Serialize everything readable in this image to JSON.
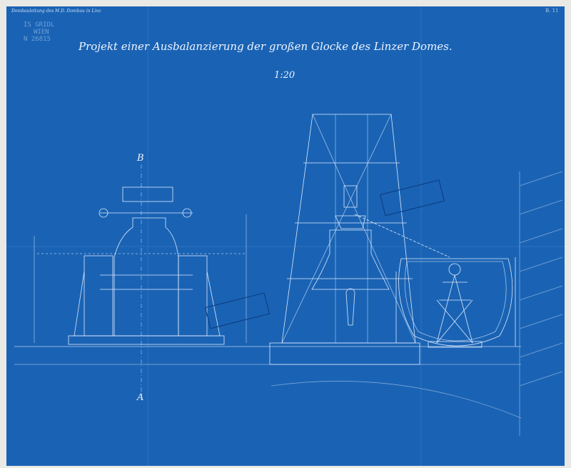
{
  "header": {
    "office": "Dombauleitung des M.D. Dombau in Linz",
    "title": "Projekt einer Ausbalanzierung der großen Glocke des Linzer Domes.",
    "scale": "1:20",
    "sheet_number": "B. 11"
  },
  "stamp": {
    "lines": [
      "IS GRIDL",
      "WIEN",
      "N 26815"
    ]
  },
  "colors": {
    "paper": "#1a63b4",
    "lines": "#dce9ff",
    "border": "#e9e9e5"
  }
}
